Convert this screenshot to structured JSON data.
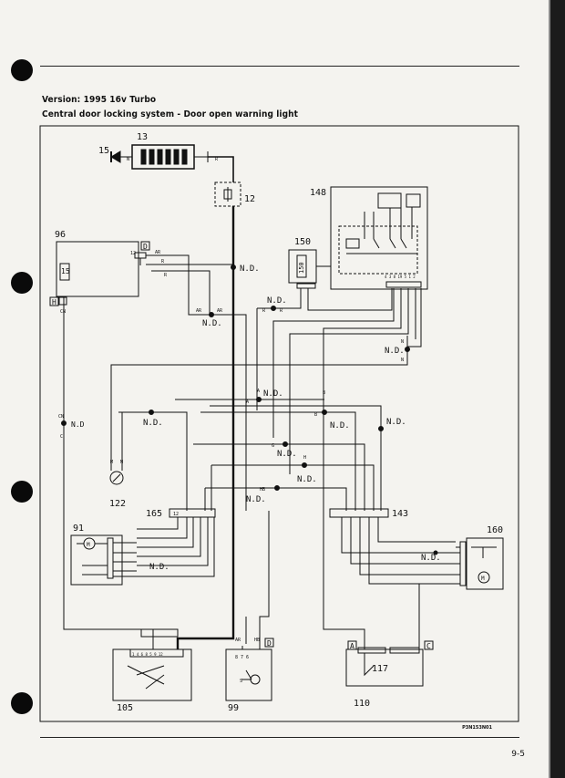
{
  "header": {
    "version": "Version: 1995 16v Turbo",
    "title": "Central door locking system - Door open warning light"
  },
  "footer": {
    "ref_code": "P3N153N01",
    "page_number": "9-5"
  },
  "components": [
    {
      "id": "13"
    },
    {
      "id": "15"
    },
    {
      "id": "12"
    },
    {
      "id": "148"
    },
    {
      "id": "150"
    },
    {
      "id": "96"
    },
    {
      "id": "122"
    },
    {
      "id": "165"
    },
    {
      "id": "143"
    },
    {
      "id": "91"
    },
    {
      "id": "160"
    },
    {
      "id": "105"
    },
    {
      "id": "99"
    },
    {
      "id": "110"
    },
    {
      "id": "117"
    }
  ],
  "connector_markers": [
    "D",
    "H",
    "D",
    "A",
    "C"
  ],
  "wire_labels": {
    "nd": "N.D.",
    "nd_short": "N.D",
    "N": "N",
    "R": "R",
    "AR": "AR",
    "A": "A",
    "B": "B",
    "C": "C",
    "CN": "CN",
    "G": "G",
    "H": "H",
    "HB": "HB",
    "M": "M",
    "S": "S"
  },
  "component_text": {
    "motor": "M",
    "relay_150": "150",
    "pins_96": "12",
    "pins_165": "12",
    "pins_148": "4 3 8 19 5 1 2",
    "pins_99": "8 7 6",
    "pins_105": "1 4 6 8 5 9 12"
  }
}
